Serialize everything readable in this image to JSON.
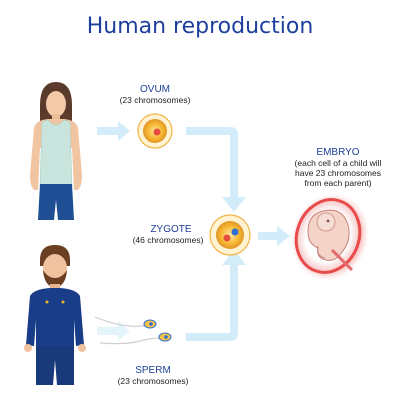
{
  "title": "Human reproduction",
  "ovum": {
    "name": "OVUM",
    "note": "(23 chromosomes)"
  },
  "zygote": {
    "name": "ZYGOTE",
    "note": "(46 chromosomes)"
  },
  "sperm": {
    "name": "SPERM",
    "note": "(23 chromosomes)"
  },
  "embryo": {
    "name": "EMBRYO",
    "note_lines": [
      "(each cell of a child will",
      "have 23 chromosomes",
      "from each parent)"
    ]
  },
  "colors": {
    "title": "#1e3f9c",
    "arrow": "#cfe9f7",
    "ovum_yellow": "#f7b731",
    "nucleus_red": "#e74c3c",
    "nucleus_blue": "#2e6fd1",
    "female_top": "#c9e4dc",
    "female_pants": "#1f4e95",
    "male_shirt": "#1a3d8a"
  }
}
